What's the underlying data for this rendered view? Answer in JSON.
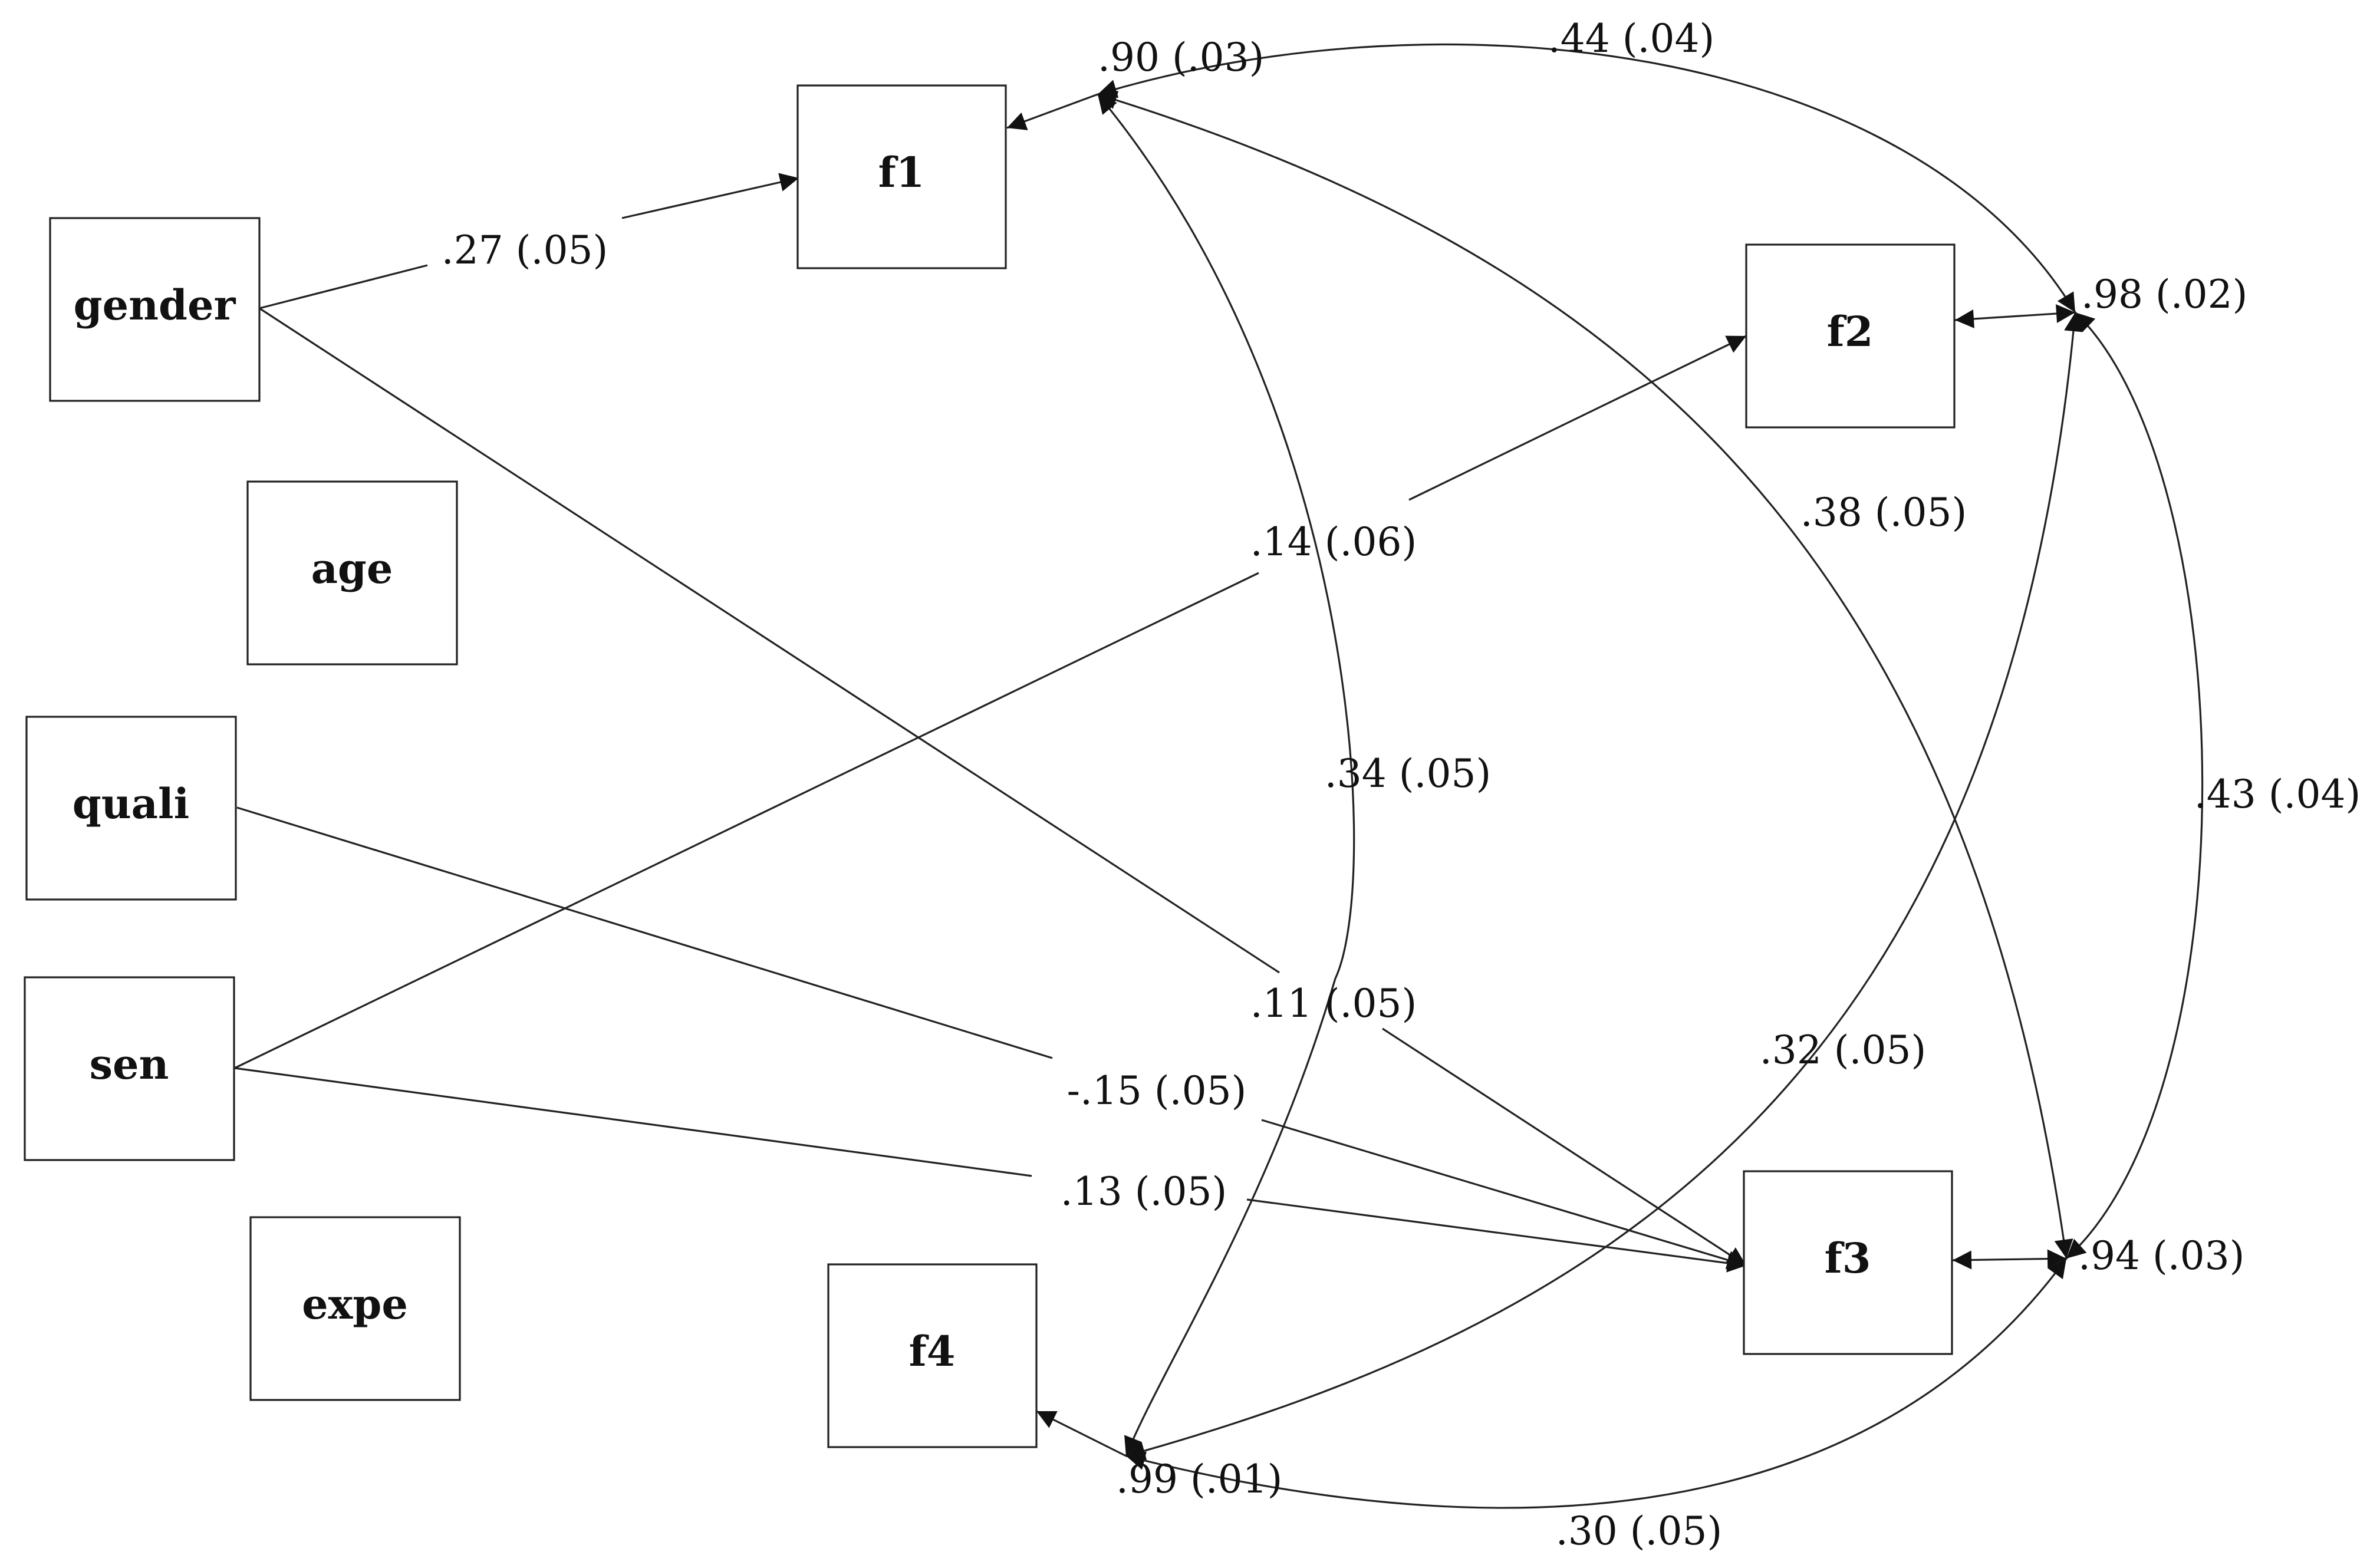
{
  "nodes": {
    "gender": "gender",
    "age": "age",
    "quali": "quali",
    "sen": "sen",
    "expe": "expe",
    "f1": "f1",
    "f2": "f2",
    "f3": "f3",
    "f4": "f4"
  },
  "paths": {
    "gender_f1": ".27 (.05)",
    "sen_f2": ".14 (.06)",
    "gender_f3": ".11 (.05)",
    "quali_f3": "-.15 (.05)",
    "sen_f3": ".13 (.05)"
  },
  "residual_variances": {
    "f1": ".90 (.03)",
    "f2": ".98 (.02)",
    "f3": ".94 (.03)",
    "f4": ".99 (.01)"
  },
  "residual_covariances": {
    "f1_f2": ".44 (.04)",
    "f1_f3": ".38 (.05)",
    "f1_f4": ".34 (.05)",
    "f2_f3": ".43 (.04)",
    "f2_f4": ".32 (.05)",
    "f3_f4": ".30 (.05)"
  },
  "colors": {
    "stroke": "#222222",
    "text": "#111111",
    "background": "#ffffff"
  }
}
